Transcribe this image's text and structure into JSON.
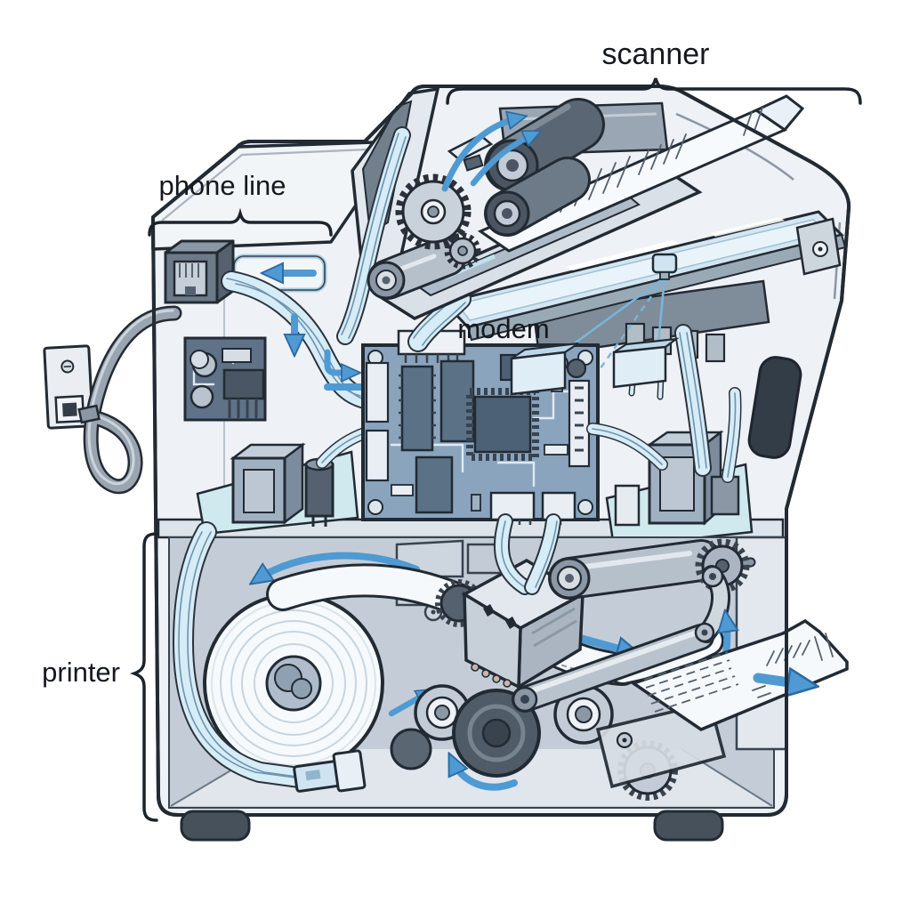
{
  "labels": {
    "scanner": "scanner",
    "phone_line": "phone line",
    "modem": "modem",
    "printer": "printer"
  },
  "colors": {
    "outline": "#222a33",
    "body": "#eef1f5",
    "accent_arrow": "#4f9ad2",
    "wire": "#d6ecf7",
    "pcb": "#8aa4be",
    "chip": "#4c6175",
    "teal_board": "#cfe9ef",
    "glass": "#d3e6f1",
    "paper": "#f6fafd",
    "label_text": "#15191f"
  },
  "parts": [
    "scanner-assembly",
    "document-feed-tray",
    "document",
    "feed-rollers",
    "drive-gear",
    "scan-lamp",
    "light-beams",
    "light-sensors",
    "scanner-glass",
    "phone-wall-outlet",
    "phone-cable",
    "rj11-jack",
    "line-interface-board",
    "modem-circuit-board",
    "main-processor-chip",
    "power-transformer-left",
    "power-transformer-right",
    "capacitor",
    "paper-roll",
    "paper-web",
    "print-head",
    "platen-bar",
    "drive-motor",
    "drive-gears",
    "pinch-rollers",
    "linkage-arm",
    "output-sheet",
    "flow-arrows",
    "rubber-feet"
  ]
}
